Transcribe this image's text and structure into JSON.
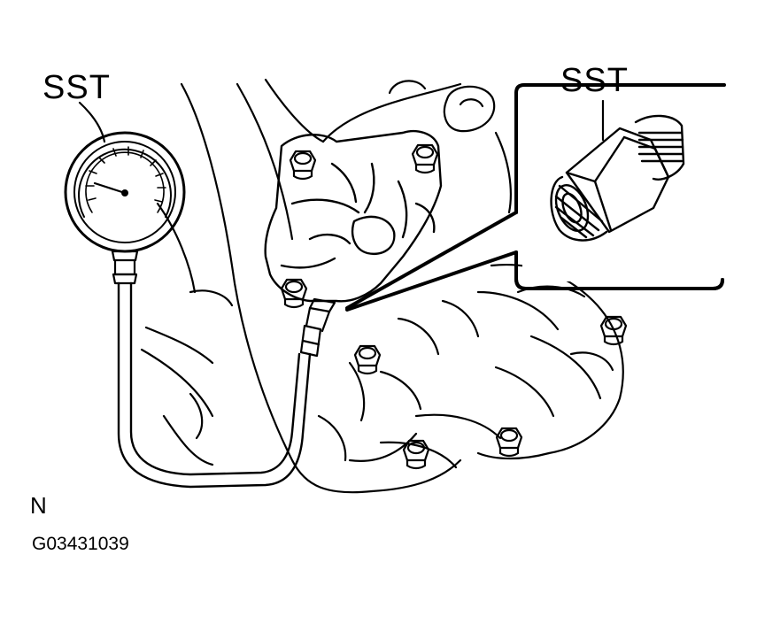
{
  "labels": {
    "sst_gauge": "SST",
    "sst_adapter": "SST",
    "corner_mark": "N",
    "figure_code": "G03431039"
  },
  "colors": {
    "ink": "#000000",
    "paper": "#ffffff"
  },
  "icons": [
    "pressure-gauge-icon",
    "hex-adapter-icon",
    "transmission-housing-icon"
  ]
}
